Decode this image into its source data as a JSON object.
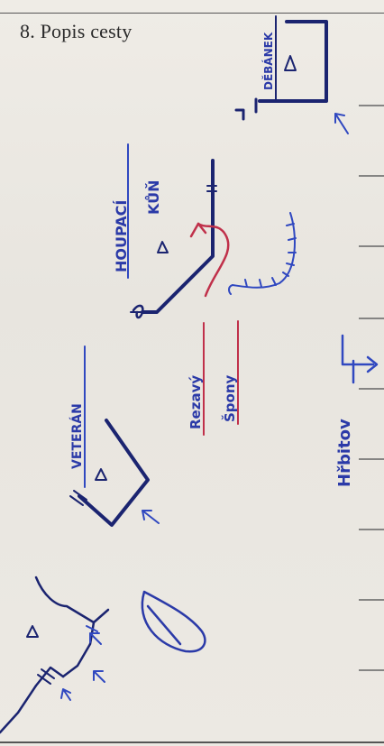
{
  "page_title": "8. Popis cesty",
  "labels": {
    "debanek": "DĚBÁNEK",
    "houpaci": "HOUPACÍ",
    "kun": "KŮŇ",
    "rezavy": "Rezavý",
    "spony": "Špony",
    "hrbitov": "Hřbitov",
    "veteran": "VETERÁN"
  },
  "colors": {
    "ink_blue": "#2b3aa8",
    "ink_dark": "#1b2470",
    "ink_red": "#c0304a",
    "ruled_line": "#6b6b6b",
    "paper": "#ebe8e2"
  }
}
